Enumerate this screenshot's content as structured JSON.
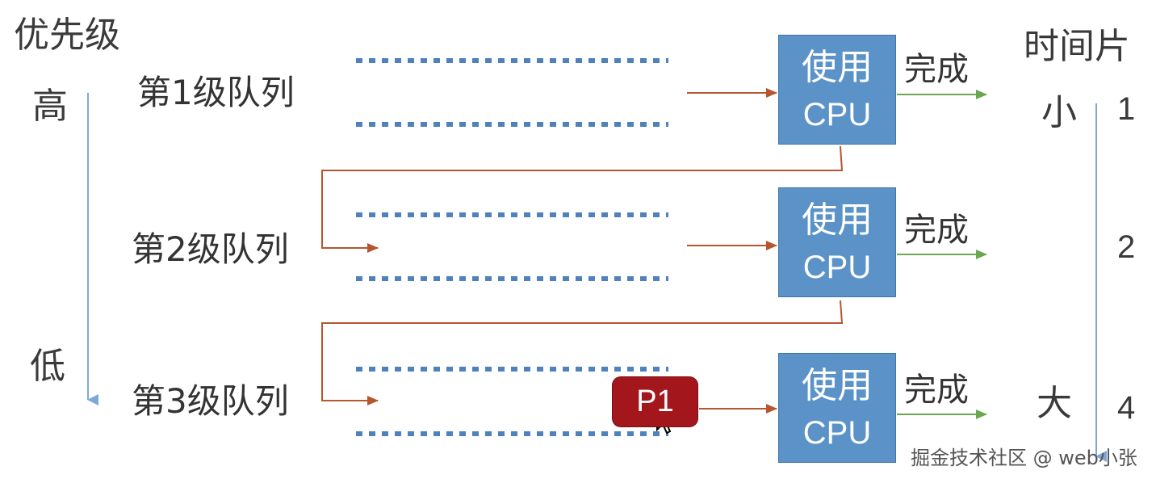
{
  "priority_label": "优先级",
  "priority_high": "高",
  "priority_low": "低",
  "time_slice_label": "时间片",
  "time_small": "小",
  "time_large": "大",
  "queues": [
    {
      "name": "第1级队列",
      "cpu_line1": "使用",
      "cpu_line2": "CPU",
      "done": "完成",
      "slice": "1"
    },
    {
      "name": "第2级队列",
      "cpu_line1": "使用",
      "cpu_line2": "CPU",
      "done": "完成",
      "slice": "2"
    },
    {
      "name": "第3级队列",
      "cpu_line1": "使用",
      "cpu_line2": "CPU",
      "done": "完成",
      "slice": "4"
    }
  ],
  "process_label": "P1",
  "watermark": "掘金技术社区 @ web小张",
  "colors": {
    "queue_dots": "#4f81bd",
    "cpu_box": "#5b93c8",
    "flow_arrow": "#b5562f",
    "done_arrow": "#6aa84f",
    "axis_arrow": "#7fa7d6",
    "process_box": "#a3161c"
  }
}
